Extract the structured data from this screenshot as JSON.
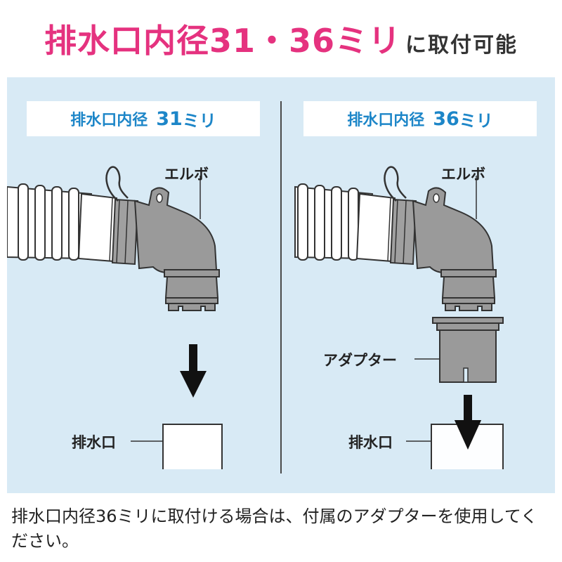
{
  "title": {
    "highlight": "排水口内径31・36ミリ",
    "rest": "に取付可能"
  },
  "left_panel": {
    "heading_prefix": "排水口内径",
    "heading_number": "31",
    "heading_unit": "ミリ",
    "elbow_label": "エルボ",
    "drain_label": "排水口"
  },
  "right_panel": {
    "heading_prefix": "排水口内径",
    "heading_number": "36",
    "heading_unit": "ミリ",
    "elbow_label": "エルボ",
    "adapter_label": "アダプター",
    "drain_label": "排水口"
  },
  "caption": "排水口内径36ミリに取付ける場合は、付属のアダプターを使用してください。",
  "colors": {
    "title_pink": "#e5327f",
    "heading_blue": "#1d86c8",
    "panel_bg": "#d8eaf5",
    "part_gray": "#9a9a9a"
  },
  "icons": [
    "down-arrow-icon",
    "down-arrow-icon"
  ]
}
